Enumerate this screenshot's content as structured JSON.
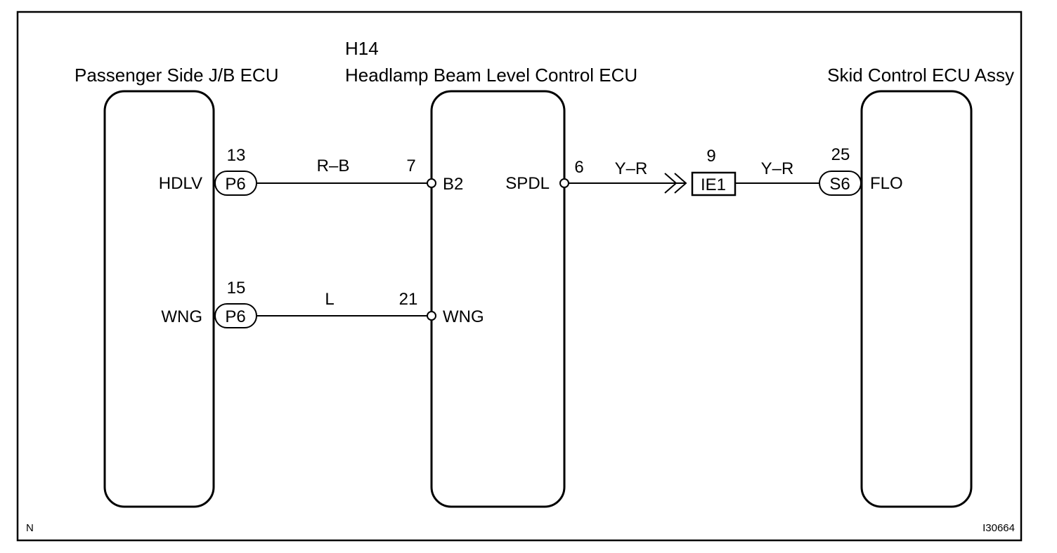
{
  "components": {
    "jb_ecu": {
      "name": "Passenger Side J/B ECU"
    },
    "beam_ecu": {
      "code": "H14",
      "name": "Headlamp Beam Level Control ECU"
    },
    "skid_ecu": {
      "name": "Skid Control ECU Assy"
    }
  },
  "circuit_top": {
    "jb_terminal": "HDLV",
    "jb_pin": "13",
    "jb_connector": "P6",
    "wire_color": "R–B",
    "beam_pin": "7",
    "beam_connector": "B2",
    "beam_out_terminal": "SPDL",
    "beam_out_pin": "6",
    "wire_color_2": "Y–R",
    "junction_pin": "9",
    "junction_connector": "IE1",
    "wire_color_3": "Y–R",
    "skid_pin": "25",
    "skid_connector": "S6",
    "skid_terminal": "FLO"
  },
  "circuit_bottom": {
    "jb_terminal": "WNG",
    "jb_pin": "15",
    "jb_connector": "P6",
    "wire_color": "L",
    "beam_pin": "21",
    "beam_terminal": "WNG"
  },
  "corner": {
    "left": "N",
    "right": "I30664"
  }
}
